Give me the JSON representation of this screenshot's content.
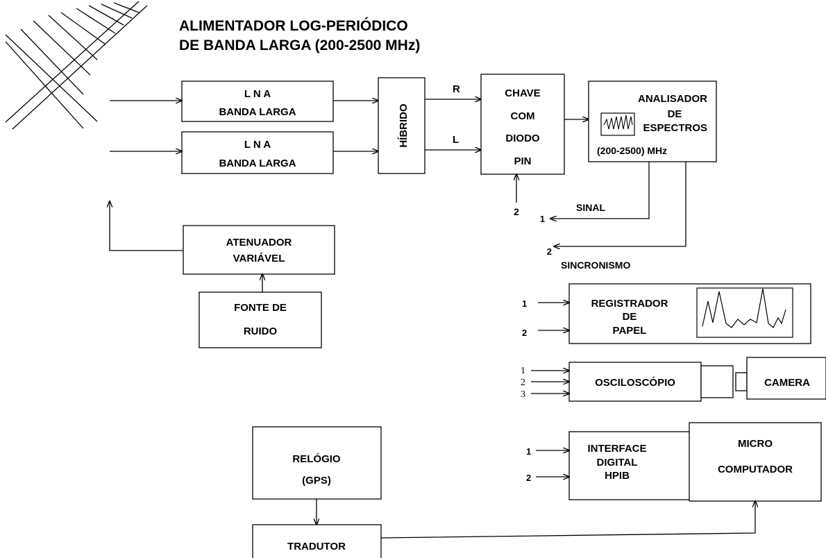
{
  "title": {
    "line1": "ALIMENTADOR LOG-PERIÓDICO",
    "line2": "DE BANDA LARGA (200-2500 MHz)"
  },
  "lna1": {
    "line1": "L  N  A",
    "line2": "BANDA LARGA"
  },
  "lna2": {
    "line1": "L  N  A",
    "line2": "BANDA LARGA"
  },
  "hibrido": "HÍBRIDO",
  "port_r": "R",
  "port_l": "L",
  "chave": {
    "line1": "CHAVE",
    "line2": "COM",
    "line3": "DIODO",
    "line4": "PIN"
  },
  "chave_input": "2",
  "analisador": {
    "line1": "ANALISADOR",
    "line2": "DE",
    "line3": "ESPECTROS",
    "line4": "(200-2500) MHz"
  },
  "sinal": {
    "label": "SINAL",
    "num": "1"
  },
  "sincronismo": {
    "label": "SINCRONISMO",
    "num": "2"
  },
  "atenuador": {
    "line1": "ATENUADOR",
    "line2": "VARIÁVEL"
  },
  "fonte": {
    "line1": "FONTE DE",
    "line2": "RUIDO"
  },
  "registrador": {
    "line1": "REGISTRADOR",
    "line2": "DE",
    "line3": "PAPEL",
    "in1": "1",
    "in2": "2"
  },
  "osciloscopio": {
    "label": "OSCILOSCÓPIO",
    "in1": "1",
    "in2": "2",
    "in3": "3"
  },
  "camera": "CAMERA",
  "interface": {
    "line1": "INTERFACE",
    "line2": "DIGITAL",
    "line3": "HPIB",
    "in1": "1",
    "in2": "2"
  },
  "micro": {
    "line1": "MICRO",
    "line2": "COMPUTADOR"
  },
  "relogio": {
    "line1": "RELÓGIO",
    "line2": "(GPS)"
  },
  "tradutor": "TRADUTOR"
}
